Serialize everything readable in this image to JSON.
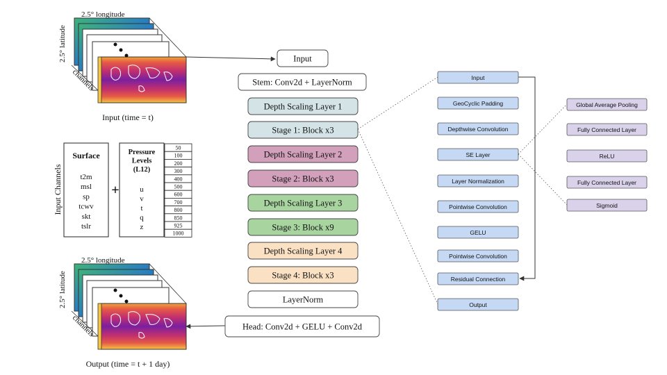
{
  "input_map": {
    "longitude_label": "2.5°  longitude",
    "latitude_label": "2.5°  latitude",
    "channels_label": "channels",
    "caption": "Input (time = t)"
  },
  "output_map": {
    "longitude_label": "2.5°  longitude",
    "latitude_label": "2.5°  latitude",
    "channels_label": "channels",
    "caption": "Output (time = t + 1 day)"
  },
  "input_channels": {
    "side_label": "Input Channels",
    "surface": {
      "title": "Surface",
      "variables": [
        "t2m",
        "msl",
        "sp",
        "tcwv",
        "skt",
        "tslr"
      ]
    },
    "plus": "+",
    "pressure": {
      "title_lines": [
        "Pressure",
        "Levels",
        "(L12)"
      ],
      "variables": [
        "u",
        "v",
        "t",
        "q",
        "z"
      ]
    },
    "levels": [
      "50",
      "100",
      "200",
      "300",
      "400",
      "500",
      "600",
      "700",
      "800",
      "850",
      "925",
      "1000"
    ]
  },
  "pipeline": [
    {
      "label": "Input",
      "fill": "#ffffff"
    },
    {
      "label": "Stem: Conv2d + LayerNorm",
      "fill": "#ffffff"
    },
    {
      "label": "Depth Scaling Layer 1",
      "fill": "#d3e3e6"
    },
    {
      "label": "Stage 1: Block x3",
      "fill": "#d3e3e6"
    },
    {
      "label": "Depth Scaling Layer 2",
      "fill": "#d2a0bb"
    },
    {
      "label": "Stage 2: Block x3",
      "fill": "#d2a0bb"
    },
    {
      "label": "Depth Scaling Layer 3",
      "fill": "#a8d4a0"
    },
    {
      "label": "Stage 3: Block x9",
      "fill": "#a8d4a0"
    },
    {
      "label": "Depth Scaling Layer 4",
      "fill": "#fbe1c4"
    },
    {
      "label": "Stage 4: Block x3",
      "fill": "#fbe1c4"
    },
    {
      "label": "LayerNorm",
      "fill": "#ffffff"
    },
    {
      "label": "Head: Conv2d + GELU + Conv2d",
      "fill": "#ffffff"
    }
  ],
  "block": {
    "fill": "#c5d8f4",
    "items": [
      "Input",
      "GeoCyclic Padding",
      "Depthwise Convolution",
      "SE Layer",
      "Layer Normalization",
      "Pointwise Convolution",
      "GELU",
      "Pointwise Convolution",
      "Residual Connection",
      "Output"
    ]
  },
  "se_layer": {
    "fill": "#d9d2ea",
    "items": [
      "Global Average Pooling",
      "Fully Connected Layer",
      "ReLU",
      "Fully Connected Layer",
      "Sigmoid"
    ]
  }
}
